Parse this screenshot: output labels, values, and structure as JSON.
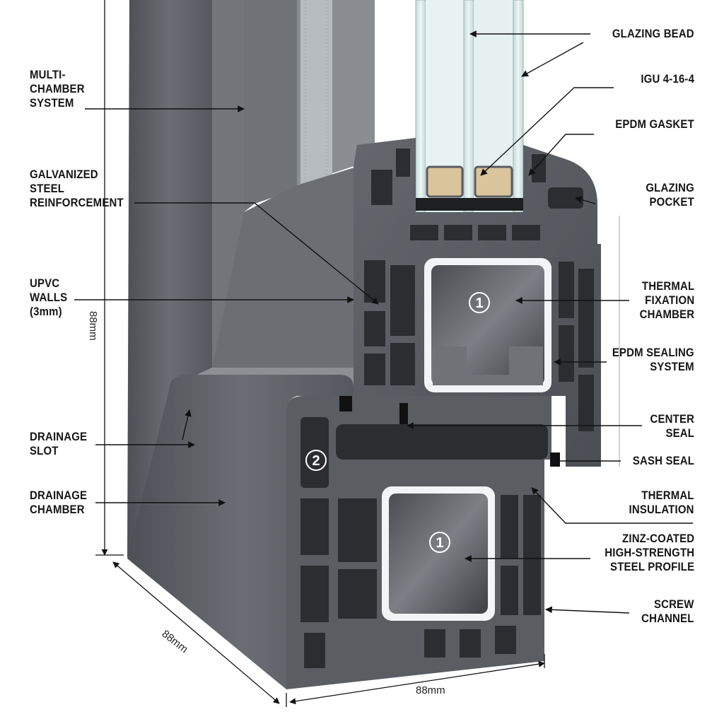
{
  "left_labels": {
    "multi_chamber": "MULTI-\nCHAMBER\nSYSTEM",
    "galvanized": "GALVANIZED\nSTEEL\nREINFORCEMENT",
    "upvc_walls": "UPVC\nWALLS\n(3mm)",
    "drainage_slot": "DRAINAGE\nSLOT",
    "drainage_chamber": "DRAINAGE\nCHAMBER"
  },
  "right_labels": {
    "glazing_bead": "GLAZING BEAD",
    "igu": "IGU 4-16-4",
    "epdm_gasket": "EPDM GASKET",
    "glazing_pocket": "GLAZING\nPOCKET",
    "thermal_fixation": "THERMAL\nFIXATION\nCHAMBER",
    "epdm_sealing": "EPDM SEALING\nSYSTEM",
    "center_seal": "CENTER\nSEAL",
    "sash_seal": "SASH SEAL",
    "thermal_insulation": "THERMAL\nINSULATION",
    "steel_profile": "ZINZ-COATED\nHIGH-STRENGTH\nSTEEL PROFILE",
    "screw_channel": "SCREW\nCHANNEL"
  },
  "dimensions": {
    "height": "88mm",
    "depth": "88mm",
    "width": "88mm"
  },
  "markers": {
    "steel_upper": "1",
    "steel_lower": "1",
    "drainage": "2"
  },
  "colors": {
    "profile": "#5a5e63",
    "profile_dark": "#3a3d41",
    "chamber": "#2b2d30",
    "glass": "#d6e6e6",
    "steel": "#8f9296",
    "leader": "#111111"
  }
}
